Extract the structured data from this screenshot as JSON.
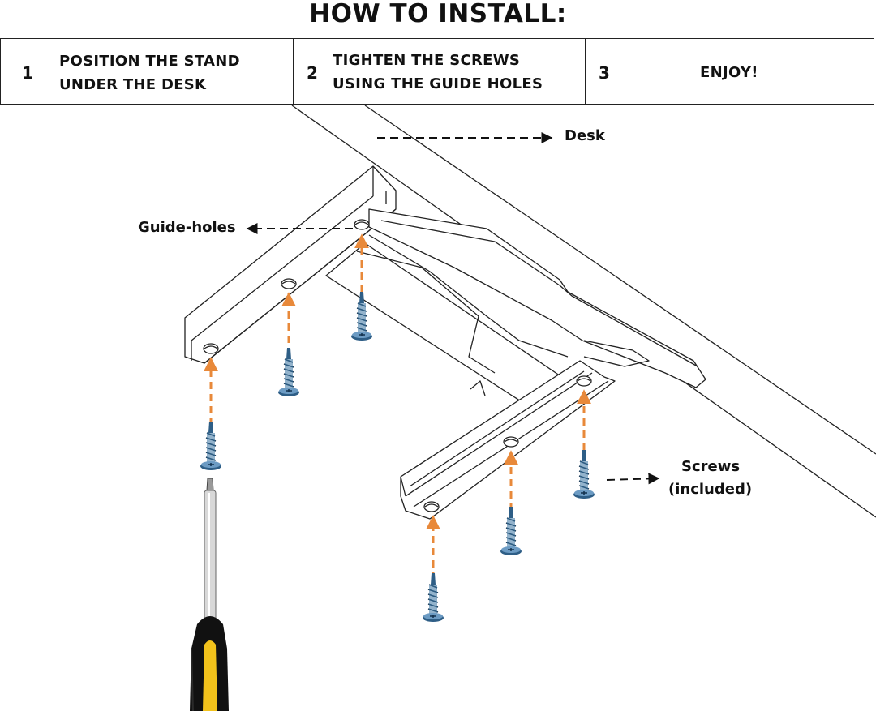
{
  "title": "HOW TO INSTALL:",
  "steps": [
    {
      "number": "1",
      "text": "POSITION THE STAND\nUNDER THE DESK"
    },
    {
      "number": "2",
      "text": "TIGHTEN THE SCREWS\nUSING THE GUIDE HOLES"
    },
    {
      "number": "3",
      "text": "ENJOY!"
    }
  ],
  "callouts": {
    "desk": "Desk",
    "guide_holes": "Guide-holes",
    "screws_line1": "Screws",
    "screws_line2": "(included)"
  },
  "icons": [
    "screw-icon",
    "screwdriver-icon",
    "arrow-icon"
  ],
  "colors": {
    "line": "#222222",
    "guide_arrow": "#E8893A",
    "screw": "#2E5E86",
    "handle_black": "#111111",
    "handle_yellow": "#F2C21B"
  }
}
